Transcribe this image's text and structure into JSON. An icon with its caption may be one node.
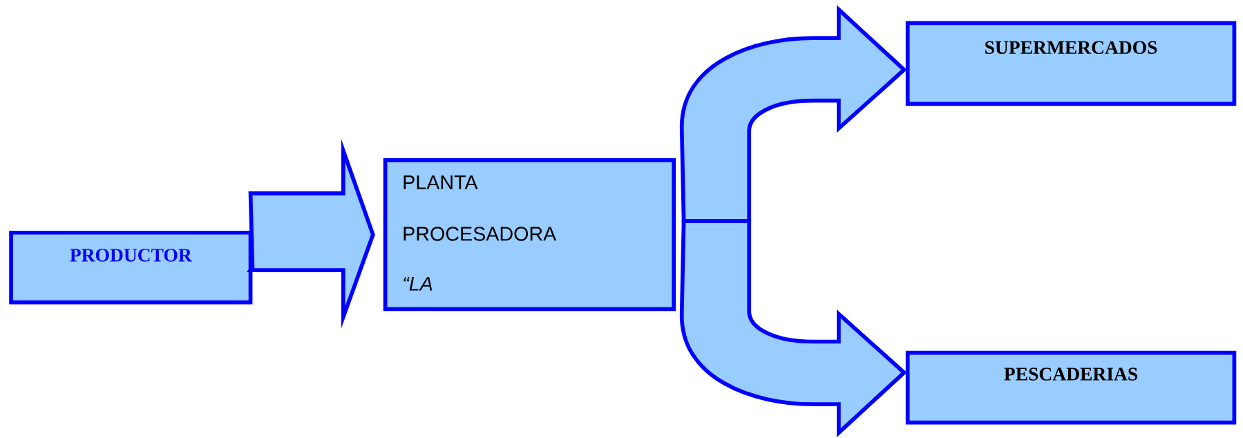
{
  "diagram": {
    "nodes": [
      {
        "text": [
          "PRODUCTOR"
        ]
      },
      {
        "text": [
          "PLANTA",
          "PROCESADORA",
          "*“LA*"
        ]
      },
      {
        "text": [
          "SUPERMERCADOS"
        ]
      },
      {
        "text": [
          "PESCADERIAS"
        ]
      }
    ],
    "edges": [
      {
        "from": 0,
        "to": 1,
        "arrow": "to"
      },
      {
        "from": 1,
        "to": 2,
        "arrow": "to"
      },
      {
        "from": 1,
        "to": 3,
        "arrow": "to"
      }
    ]
  }
}
